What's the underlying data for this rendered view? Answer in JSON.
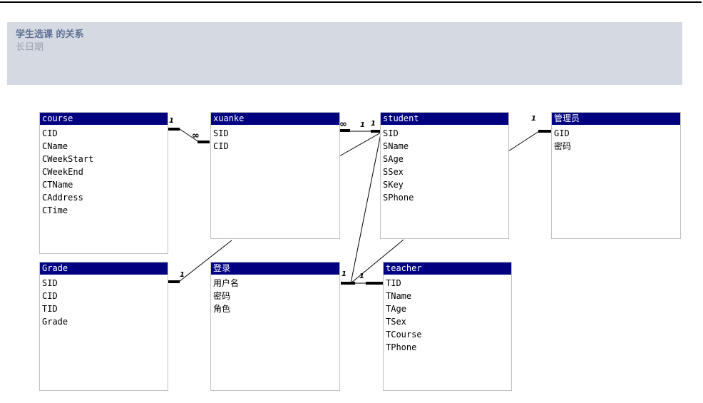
{
  "header": {
    "title": "学生选课 的关系",
    "subtitle": "长日期"
  },
  "cardinality": {
    "one": "1",
    "many": "∞"
  },
  "tables": [
    {
      "name": "course",
      "fields": [
        "CID",
        "CName",
        "CWeekStart",
        "CWeekEnd",
        "CTName",
        "CAddress",
        "CTime"
      ]
    },
    {
      "name": "xuanke",
      "fields": [
        "SID",
        "CID"
      ]
    },
    {
      "name": "student",
      "fields": [
        "SID",
        "SName",
        "SAge",
        "SSex",
        "SKey",
        "SPhone"
      ]
    },
    {
      "name": "管理员",
      "fields": [
        "GID",
        "密码"
      ]
    },
    {
      "name": "Grade",
      "fields": [
        "SID",
        "CID",
        "TID",
        "Grade"
      ]
    },
    {
      "name": "登录",
      "fields": [
        "用户名",
        "密码",
        "角色"
      ]
    },
    {
      "name": "teacher",
      "fields": [
        "TID",
        "TName",
        "TAge",
        "TSex",
        "TCourse",
        "TPhone"
      ]
    }
  ]
}
